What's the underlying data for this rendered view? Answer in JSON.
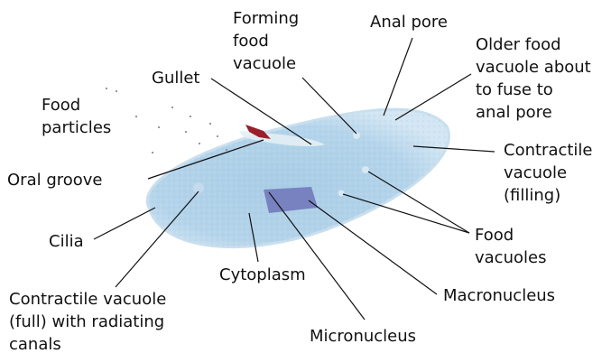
{
  "labels": {
    "forming_food_vacuole": [
      "Forming",
      "food",
      "vacuole"
    ],
    "anal_pore": "Anal pore",
    "older_food_vacuole": [
      "Older food",
      "vacuole about",
      "to fuse to",
      "anal pore"
    ],
    "gullet": "Gullet",
    "food_particles": [
      "Food",
      "particles"
    ],
    "contractile_vacuole_filling": [
      "Contractile",
      "vacuole",
      "(filling)"
    ],
    "oral_groove": "Oral groove",
    "food_vacuoles": [
      "Food",
      "vacuoles"
    ],
    "cilia": "Cilia",
    "cytoplasm": "Cytoplasm",
    "macronucleus": "Macronucleus",
    "contractile_vacuole_full": [
      "Contractile vacuole",
      "(full) with radiating",
      "canals"
    ],
    "micronucleus": "Micronucleus"
  },
  "colors": {
    "cell_body": "#aecfe6",
    "cell_edge": "#c9dfee",
    "macronucleus": "#6e74b8",
    "gullet_red": "#9a1f2a",
    "text": "#111111"
  }
}
